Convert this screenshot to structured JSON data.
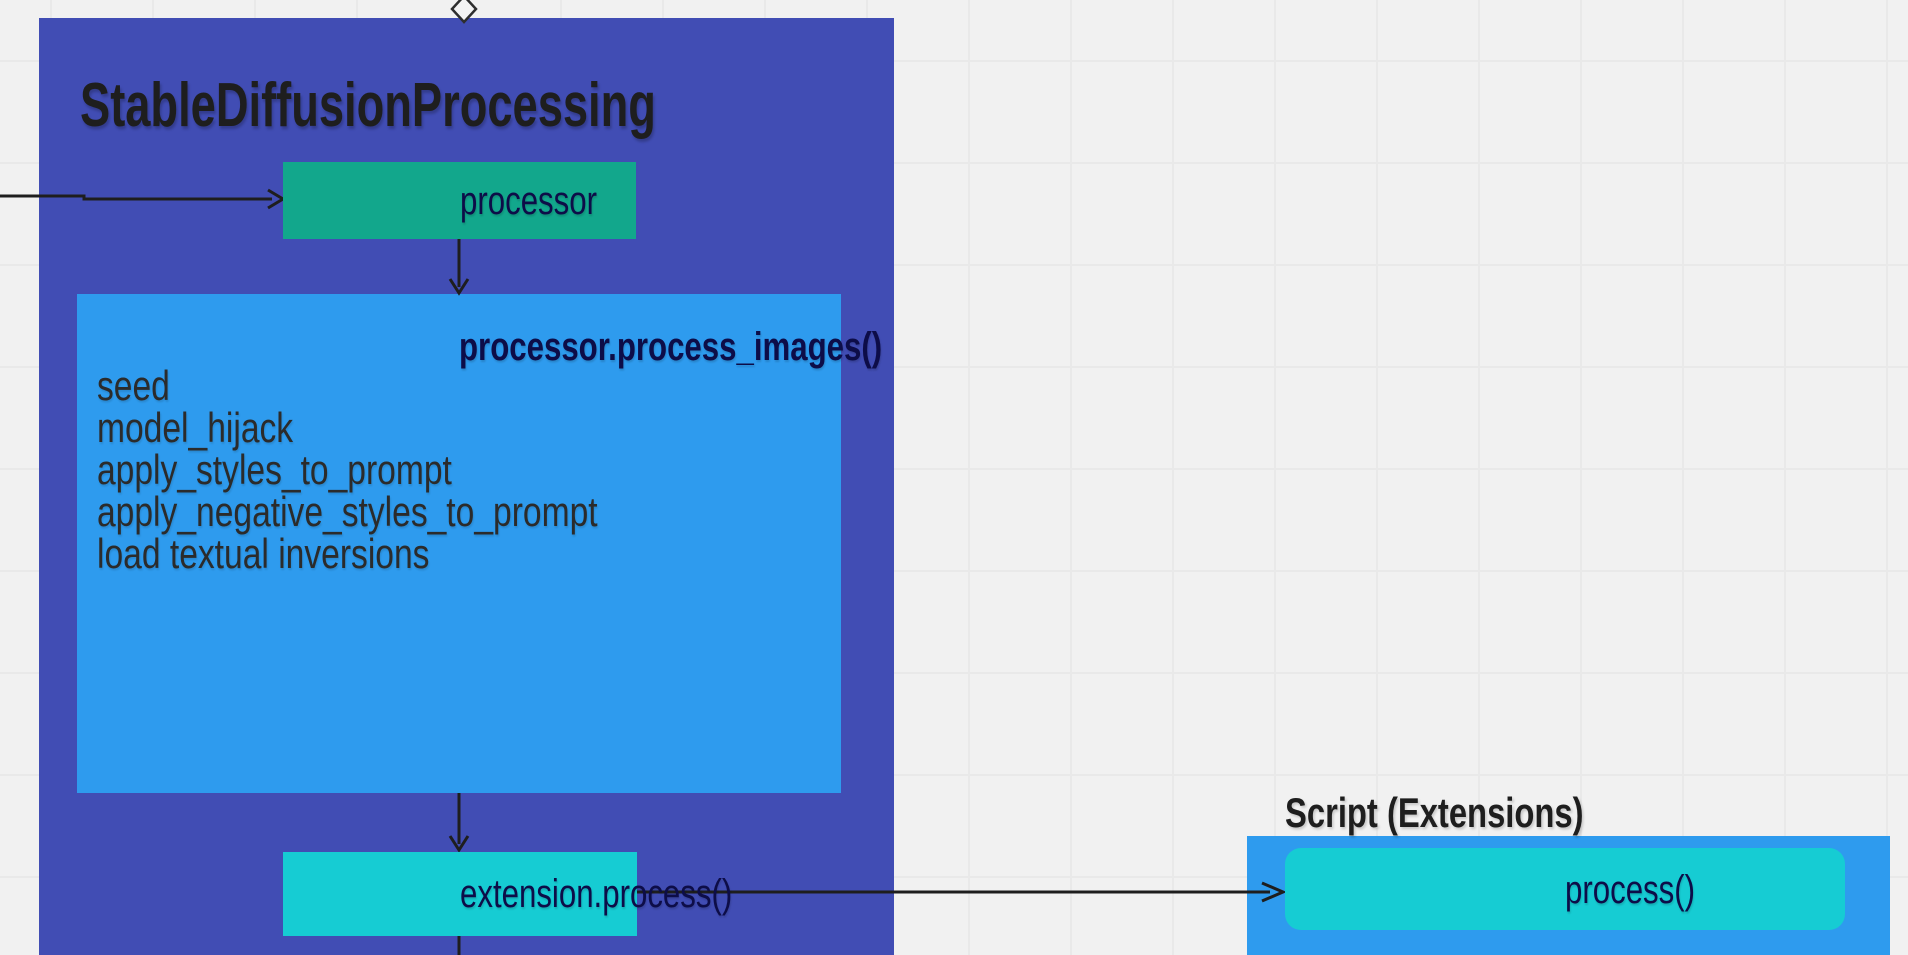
{
  "canvas": {
    "background_color": "#f1f1f1",
    "grid_line_color": "#e9e9e9"
  },
  "containers": {
    "stable_diffusion_processing": {
      "title": "StableDiffusionProcessing",
      "fill": "#414DB4",
      "title_color": "#1E1E1E"
    },
    "script_extensions": {
      "title": "Script (Extensions)",
      "fill": "#2E9BEE",
      "title_color": "#1E1E1E"
    }
  },
  "nodes": {
    "processor": {
      "label": "processor",
      "fill": "#12A78C",
      "label_color": "#0D0D48"
    },
    "process_images": {
      "title": "processor.process_images()",
      "fill": "#2E9BEE",
      "title_color": "#0D0D48",
      "items_color": "#2B2B2B",
      "items": [
        "seed",
        "model_hijack",
        "apply_styles_to_prompt",
        "apply_negative_styles_to_prompt",
        "load textual inversions"
      ]
    },
    "extension_process": {
      "label": "extension.process()",
      "fill": "#16CCD3",
      "label_color": "#0D0D48"
    },
    "script_process": {
      "label": "process()",
      "fill": "#16CCD3",
      "label_color": "#0D0D48"
    }
  },
  "connectors": {
    "line_color": "#1E1E1E",
    "top_marker": "diamond-connection-point"
  }
}
